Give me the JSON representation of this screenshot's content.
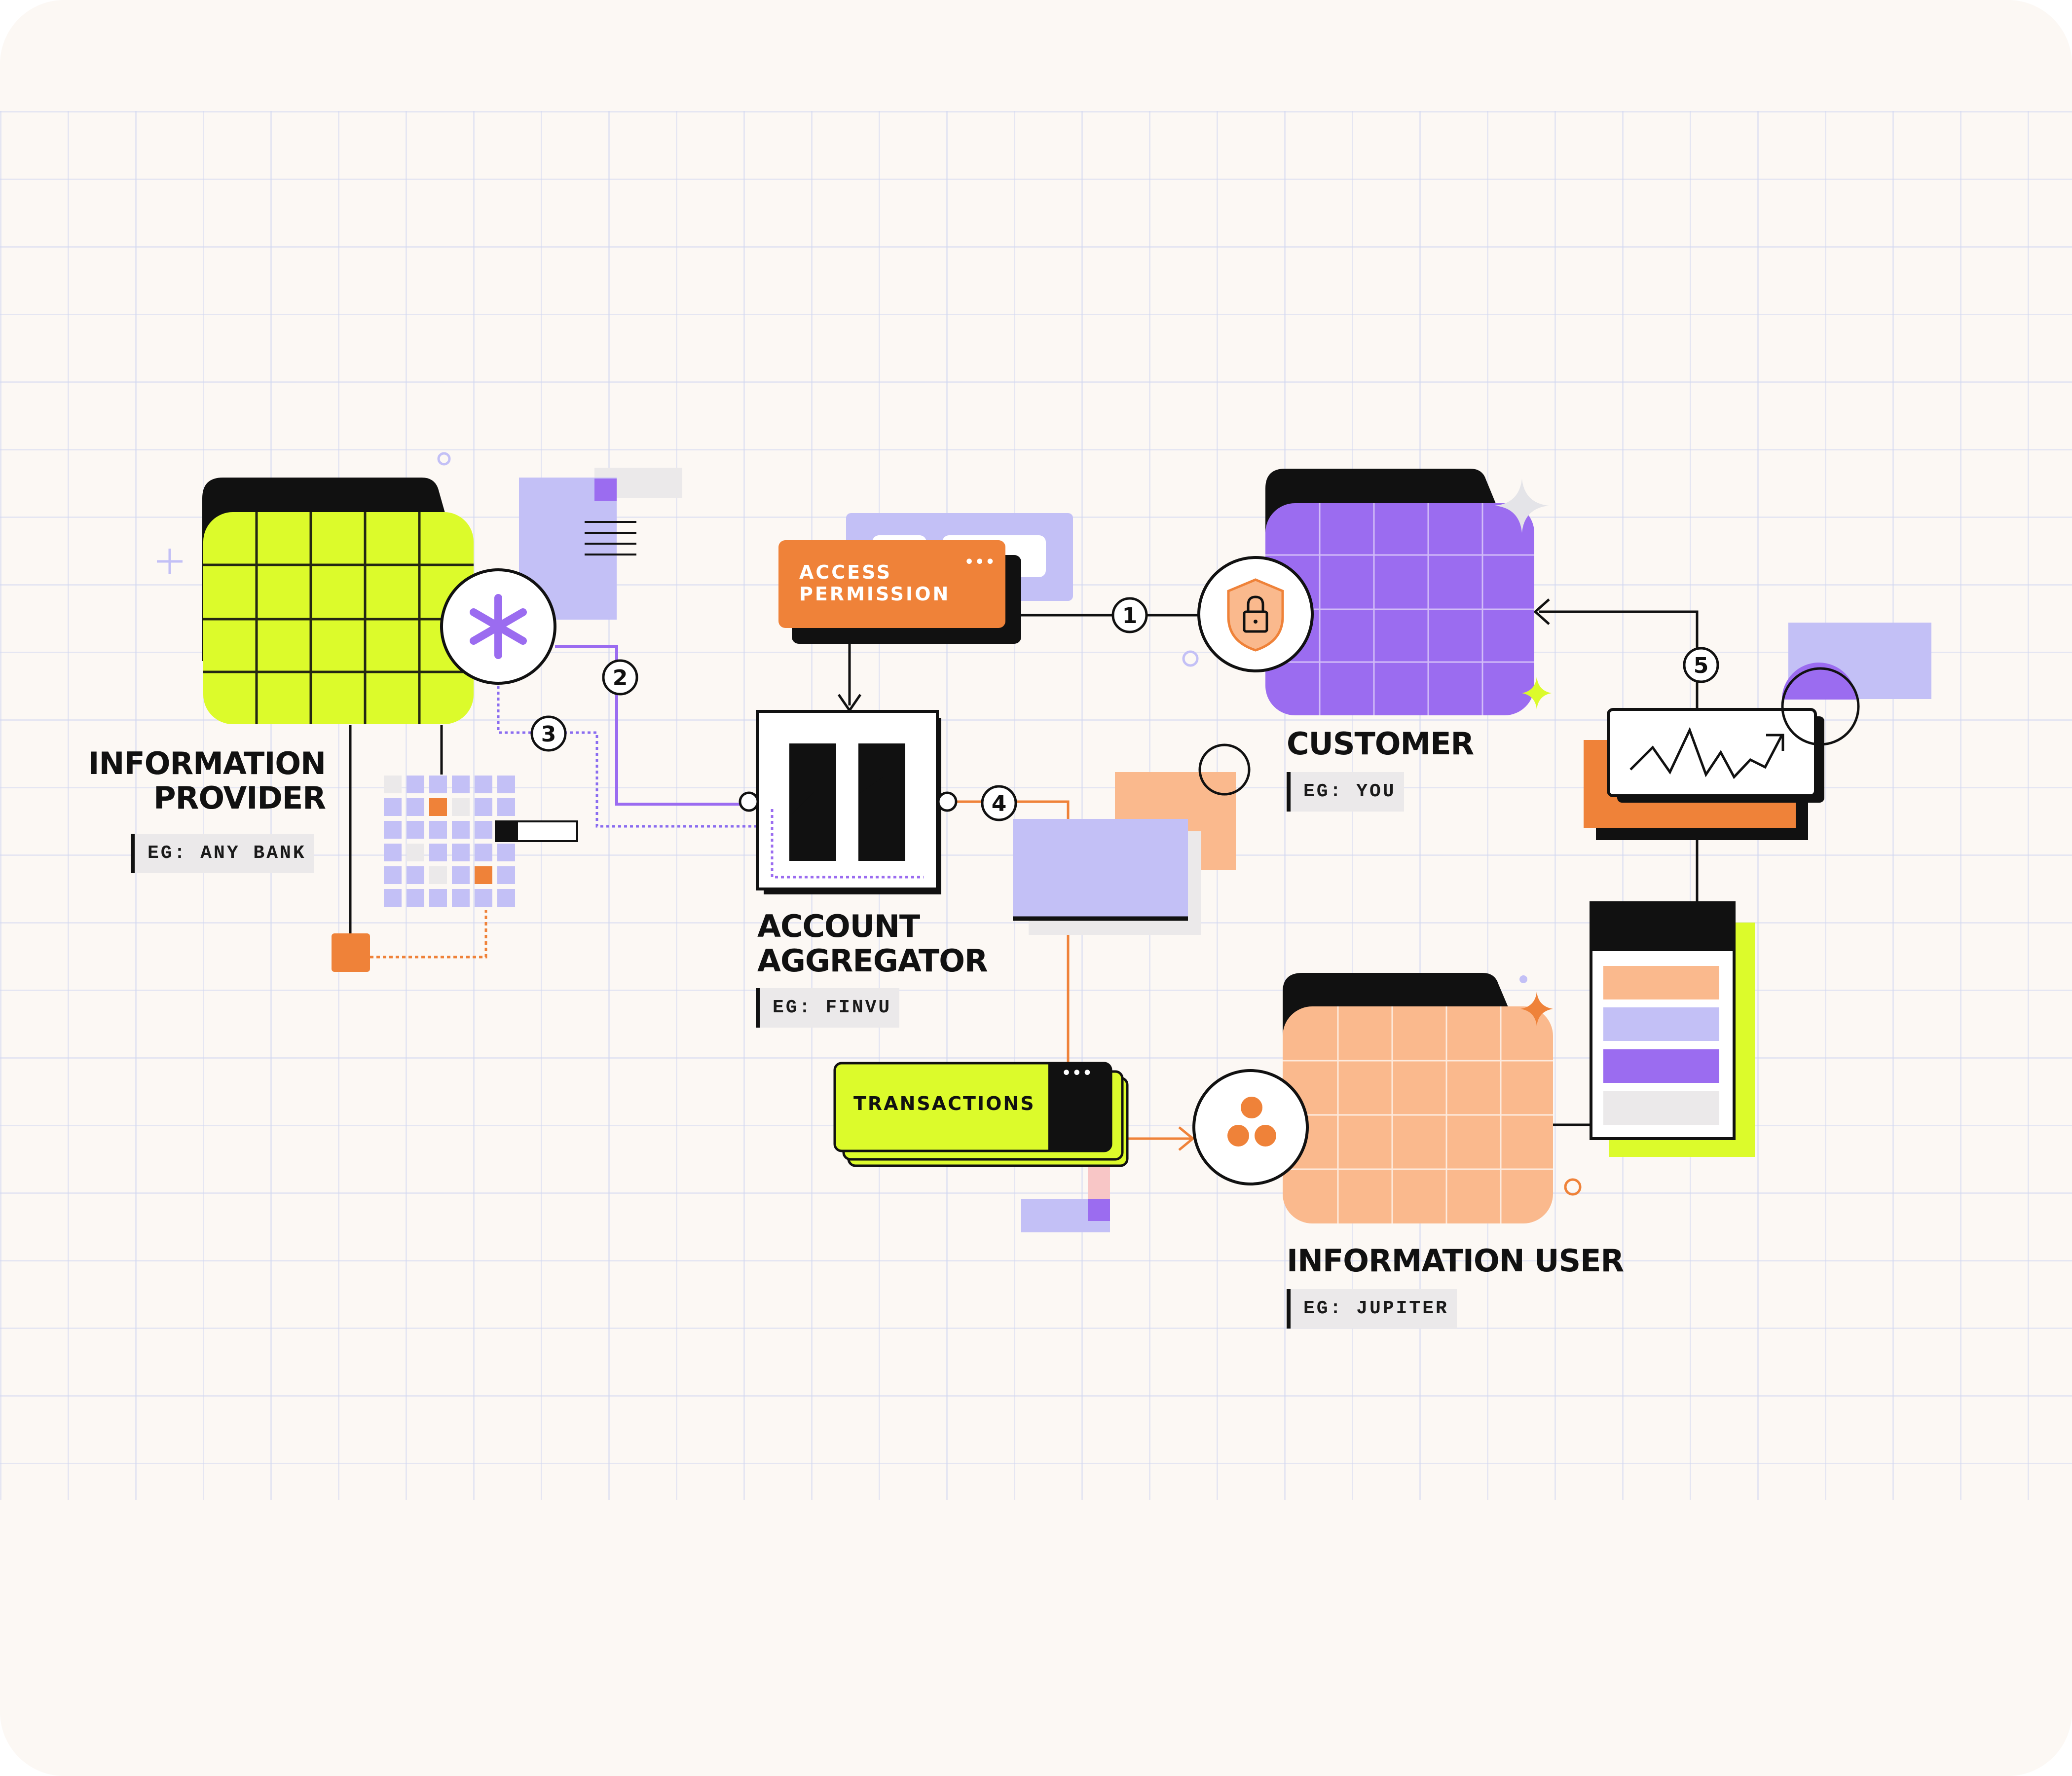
{
  "colors": {
    "background": "#fcf8f4",
    "lime": "#dcfb2b",
    "purple": "#9b6cf0",
    "lavender": "#c3c0f6",
    "peach": "#fab98d",
    "orange": "#ef8239",
    "black": "#111111"
  },
  "nodes": {
    "information_provider": {
      "title_line1": "INFORMATION",
      "title_line2": "PROVIDER",
      "example": "EG: ANY BANK"
    },
    "account_aggregator": {
      "title_line1": "ACCOUNT",
      "title_line2": "AGGREGATOR",
      "example": "EG: FINVU"
    },
    "customer": {
      "title": "CUSTOMER",
      "example": "EG: YOU"
    },
    "information_user": {
      "title": "INFORMATION USER",
      "example": "EG: JUPITER"
    }
  },
  "cards": {
    "access_permission": {
      "line1": "ACCESS",
      "line2": "PERMISSION",
      "dots": "•••"
    },
    "transactions": {
      "label": "TRANSACTIONS",
      "dots": "•••"
    }
  },
  "steps": [
    "1",
    "2",
    "3",
    "4",
    "5"
  ],
  "icons": {
    "provider": "asterisk-icon",
    "customer": "lock-shield-icon",
    "aggregator": "aggregator-logo",
    "user": "three-dots-cluster-icon",
    "chart": "line-chart-icon"
  }
}
